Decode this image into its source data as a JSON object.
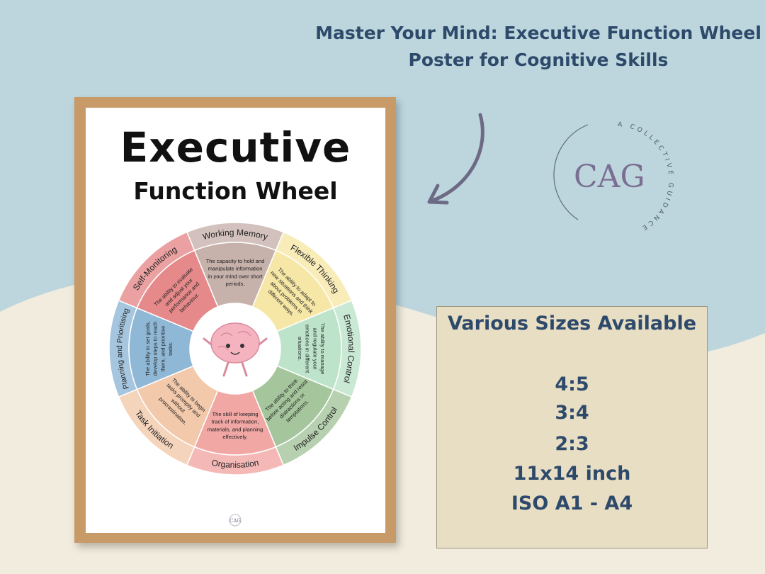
{
  "headline": {
    "line1": "Master Your Mind: Executive Function Wheel",
    "line2": "Poster for Cognitive Skills"
  },
  "colors": {
    "background_blue": "#bdd6dd",
    "background_cream": "#f1ecdd",
    "headline_text": "#2e4a6b",
    "frame_wood": "#c79a68",
    "sizes_box": "#e8dec4",
    "logo_purple": "#7a6e93"
  },
  "poster": {
    "title_big": "Executive",
    "title_sub": "Function Wheel",
    "center_icon": "brain-character-icon",
    "footer_logo_text": "CAG",
    "segments": [
      {
        "label": "Working Memory",
        "description": [
          "The capacity to hold and",
          "manipulate information",
          "in your mind over short",
          "periods."
        ],
        "color": "#c7b1ab"
      },
      {
        "label": "Flexible Thinking",
        "description": [
          "The ability to adapt to",
          "new situations and think",
          "about problems in",
          "different ways."
        ],
        "color": "#f6e7a7"
      },
      {
        "label": "Emotional Control",
        "description": [
          "The ability to manage",
          "and regulate your",
          "emotions in different",
          "situations."
        ],
        "color": "#bde4cb"
      },
      {
        "label": "Impulse Control",
        "description": [
          "The ability to think",
          "before acting and resist",
          "distractions or",
          "temptations."
        ],
        "color": "#a5c69c"
      },
      {
        "label": "Organisation",
        "description": [
          "The skill of keeping",
          "track of information,",
          "materials, and planning",
          "effectively."
        ],
        "color": "#f1a8a5"
      },
      {
        "label": "Task Initiation",
        "description": [
          "The ability to begin",
          "tasks promptly and",
          "without",
          "procrastination."
        ],
        "color": "#f3c9ab"
      },
      {
        "label": "Planning and Prioritising",
        "description": [
          "The ability to set goals,",
          "develop steps to reach",
          "them, and prioritise",
          "tasks."
        ],
        "color": "#8fb8d6"
      },
      {
        "label": "Self-Monitoring",
        "description": [
          "The ability to evaluate",
          "and adjust your",
          "performance and",
          "behaviour."
        ],
        "color": "#e6898a"
      }
    ]
  },
  "logo": {
    "letters": "CAG",
    "ring_text": "A COLLECTIVE GUIDANCE"
  },
  "sizes": {
    "title": "Various Sizes Available",
    "items": [
      "4:5",
      "3:4",
      "2:3",
      "11x14 inch",
      "ISO A1 - A4"
    ]
  }
}
